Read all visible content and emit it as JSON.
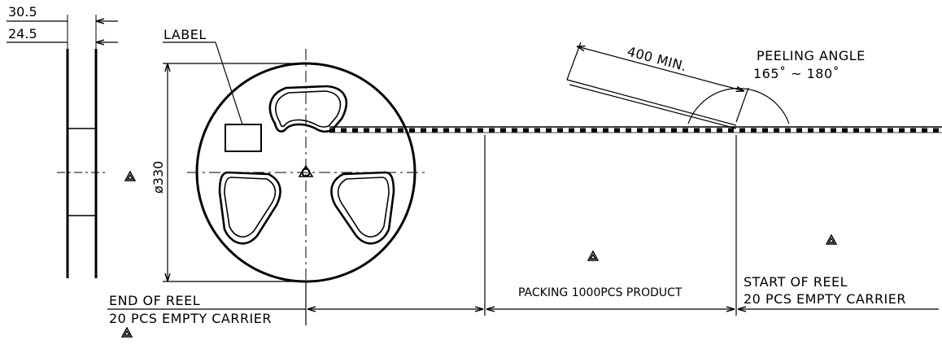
{
  "dimensions": {
    "width_outer": "30.5",
    "width_inner": "24.5",
    "diameter": "ø330",
    "leader_length": "400 MIN."
  },
  "labels": {
    "label": "LABEL",
    "peeling_angle_title": "PEELING ANGLE",
    "peeling_angle_range": "165˚ ~ 180˚",
    "end_of_reel": "END OF REEL",
    "end_carrier": "20 PCS EMPTY CARRIER",
    "packing": "PACKING 1000PCS PRODUCT",
    "start_of_reel": "START OF REEL",
    "start_carrier": "20 PCS EMPTY CARRIER"
  }
}
